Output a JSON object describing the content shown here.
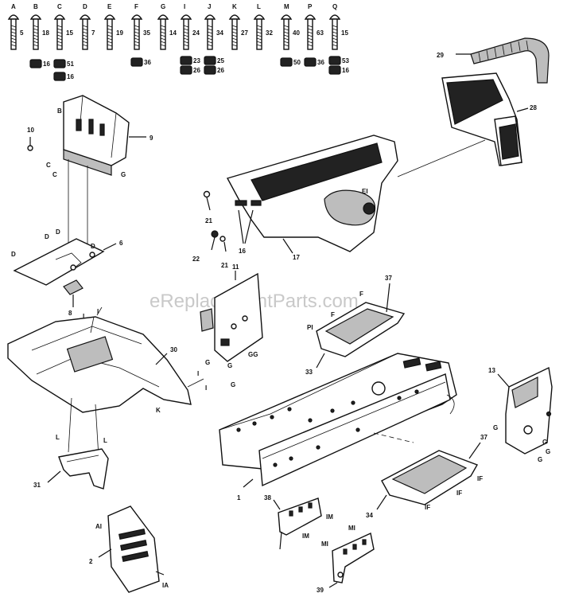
{
  "watermark": "eReplacementParts.com",
  "hardware": [
    {
      "letter": "A",
      "size": "5"
    },
    {
      "letter": "B",
      "size": "18"
    },
    {
      "letter": "C",
      "size": "15"
    },
    {
      "letter": "D",
      "size": "7"
    },
    {
      "letter": "E",
      "size": "19"
    },
    {
      "letter": "F",
      "size": "35"
    },
    {
      "letter": "G",
      "size": "14"
    },
    {
      "letter": "I",
      "size": "24"
    },
    {
      "letter": "J",
      "size": "34"
    },
    {
      "letter": "K",
      "size": "27"
    },
    {
      "letter": "L",
      "size": "32"
    },
    {
      "letter": "M",
      "size": "40"
    },
    {
      "letter": "P",
      "size": "63"
    },
    {
      "letter": "Q",
      "size": "15"
    }
  ],
  "hardware_sub": [
    "16",
    "51",
    "16",
    "36",
    "23",
    "26",
    "25",
    "26",
    "50",
    "36",
    "53",
    "16"
  ],
  "callouts": {
    "n9": "9",
    "n10": "10",
    "n8": "8",
    "n6": "6",
    "n11": "11",
    "n13": "13",
    "n16": "16",
    "n17": "17",
    "n21a": "21",
    "n21b": "21",
    "n22": "22",
    "n28": "28",
    "n29": "29",
    "n30": "30",
    "n31": "31",
    "n33": "33",
    "n34": "34",
    "n37a": "37",
    "n37b": "37",
    "n38": "38",
    "n39": "39",
    "n1": "1",
    "n2": "2"
  },
  "letters": {
    "B": "B",
    "C": "C",
    "D": "D",
    "E": "E",
    "F": "F",
    "G": "G",
    "I": "I",
    "K": "K",
    "L": "L",
    "AI": "AI",
    "IA": "IA",
    "IM": "IM",
    "MI": "MI",
    "PI": "PI",
    "IF": "IF",
    "GG": "GG",
    "EI": "EI"
  }
}
